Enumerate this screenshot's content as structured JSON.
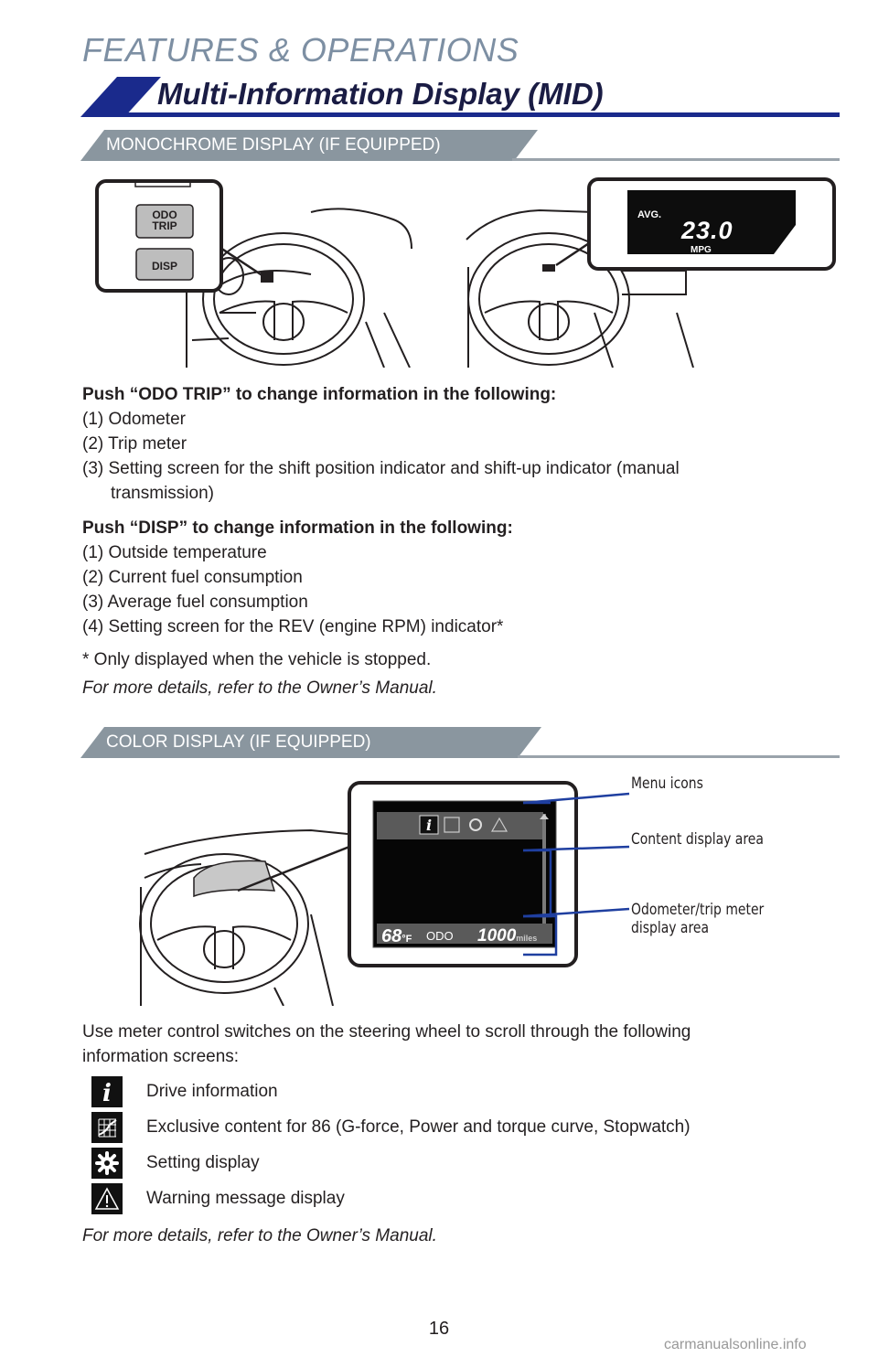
{
  "header": {
    "section": "FEATURES & OPERATIONS",
    "title": "Multi-Information Display (MID)"
  },
  "mono": {
    "tab": "MONOCHROME DISPLAY (IF EQUIPPED)",
    "buttons": {
      "odo_line1": "ODO",
      "odo_line2": "TRIP",
      "disp": "DISP"
    },
    "display": {
      "avg": "AVG.",
      "value": "23.0",
      "unit": "MPG"
    },
    "odo_heading": "Push “ODO TRIP” to change information in the following:",
    "odo_items": [
      "(1) Odometer",
      "(2) Trip meter",
      "(3) Setting screen for the shift position indicator and shift-up indicator (manual",
      "transmission)"
    ],
    "disp_heading": "Push “DISP” to change information in the following:",
    "disp_items": [
      "(1) Outside temperature",
      "(2) Current fuel consumption",
      "(3) Average fuel consumption",
      "(4) Setting screen for the REV (engine RPM) indicator*"
    ],
    "footnote": "* Only displayed when the vehicle is stopped.",
    "more": "For more details, refer to the Owner’s Manual."
  },
  "color": {
    "tab": "COLOR DISPLAY (IF EQUIPPED)",
    "screen": {
      "temp": "68",
      "temp_unit": "°F",
      "odo": "ODO",
      "miles": "1000",
      "miles_unit": "miles"
    },
    "callouts": {
      "menu": "Menu icons",
      "content": "Content display area",
      "odo_line1": "Odometer/trip meter",
      "odo_line2": "display area"
    },
    "intro_line1": "Use meter control switches on the steering wheel to scroll through the following",
    "intro_line2": "information screens:",
    "screens": [
      {
        "icon": "info-icon",
        "label": "Drive information"
      },
      {
        "icon": "grid-chart-icon",
        "label": "Exclusive content for 86 (G-force, Power and torque curve, Stopwatch)"
      },
      {
        "icon": "gear-icon",
        "label": "Setting display"
      },
      {
        "icon": "warning-icon",
        "label": "Warning message display"
      }
    ],
    "more": "For more details, refer to the Owner’s Manual."
  },
  "footer": {
    "page": "16",
    "watermark": "carmanualsonline.info"
  },
  "colors": {
    "accent_navy": "#1a2a8c",
    "section_gray": "#8a969f",
    "callout_blue": "#1f3fa0",
    "title_gray": "#7d8fa3"
  }
}
